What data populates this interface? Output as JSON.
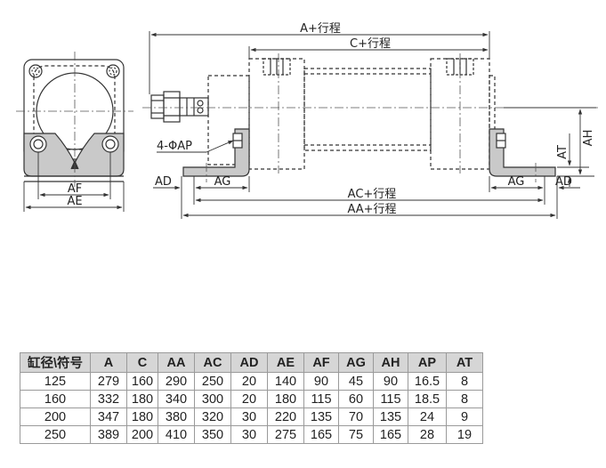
{
  "drawing": {
    "labels": {
      "a_stroke": "A+行程",
      "c_stroke": "C+行程",
      "ac_stroke": "AC+行程",
      "aa_stroke": "AA+行程",
      "hole_spec": "4-ΦAP",
      "ad_left": "AD",
      "ag_left": "AG",
      "ag_right": "AG",
      "ad_right": "AD",
      "af": "AF",
      "ae": "AE",
      "at": "AT",
      "ah": "AH"
    }
  },
  "table": {
    "headers": [
      "缸径\\符号",
      "A",
      "C",
      "AA",
      "AC",
      "AD",
      "AE",
      "AF",
      "AG",
      "AH",
      "AP",
      "AT"
    ],
    "rows": [
      [
        "125",
        "279",
        "160",
        "290",
        "250",
        "20",
        "140",
        "90",
        "45",
        "90",
        "16.5",
        "8"
      ],
      [
        "160",
        "332",
        "180",
        "340",
        "300",
        "20",
        "180",
        "115",
        "60",
        "115",
        "18.5",
        "8"
      ],
      [
        "200",
        "347",
        "180",
        "380",
        "320",
        "30",
        "220",
        "135",
        "70",
        "135",
        "24",
        "9"
      ],
      [
        "250",
        "389",
        "200",
        "410",
        "350",
        "30",
        "275",
        "165",
        "75",
        "165",
        "28",
        "19"
      ]
    ]
  }
}
